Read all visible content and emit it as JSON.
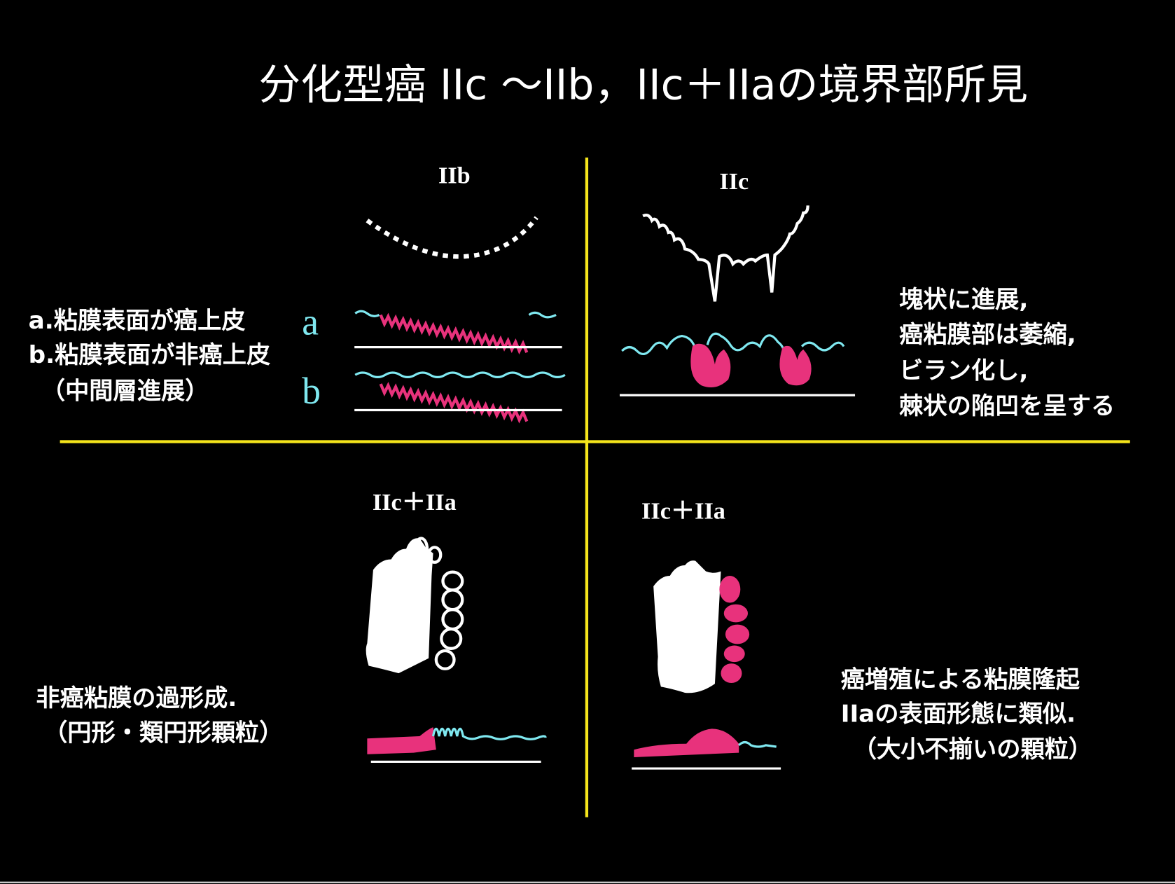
{
  "title": "分化型癌 IIc ～IIb，IIc＋IIaの境界部所見",
  "colors": {
    "background": "#000000",
    "divider": "#f5e51b",
    "cancer": "#e8327c",
    "normal": "#7fe8f0",
    "line": "#ffffff"
  },
  "quadrants": {
    "top_left": {
      "label": "IIb",
      "marker_a": "a",
      "marker_b": "b",
      "notes": [
        "a.粘膜表面が癌上皮",
        "b.粘膜表面が非癌上皮",
        "（中間層進展）"
      ]
    },
    "top_right": {
      "label": "IIc",
      "notes": [
        "塊状に進展,",
        "癌粘膜部は萎縮,",
        "ビラン化し,",
        "棘状の陥凹を呈する"
      ]
    },
    "bottom_left": {
      "label": "IIc＋IIa",
      "notes": [
        "非癌粘膜の過形成.",
        "（円形・類円形顆粒）"
      ]
    },
    "bottom_right": {
      "label": "IIc＋IIa",
      "notes": [
        "癌増殖による粘膜隆起",
        "IIaの表面形態に類似.",
        "（大小不揃いの顆粒）"
      ]
    }
  }
}
